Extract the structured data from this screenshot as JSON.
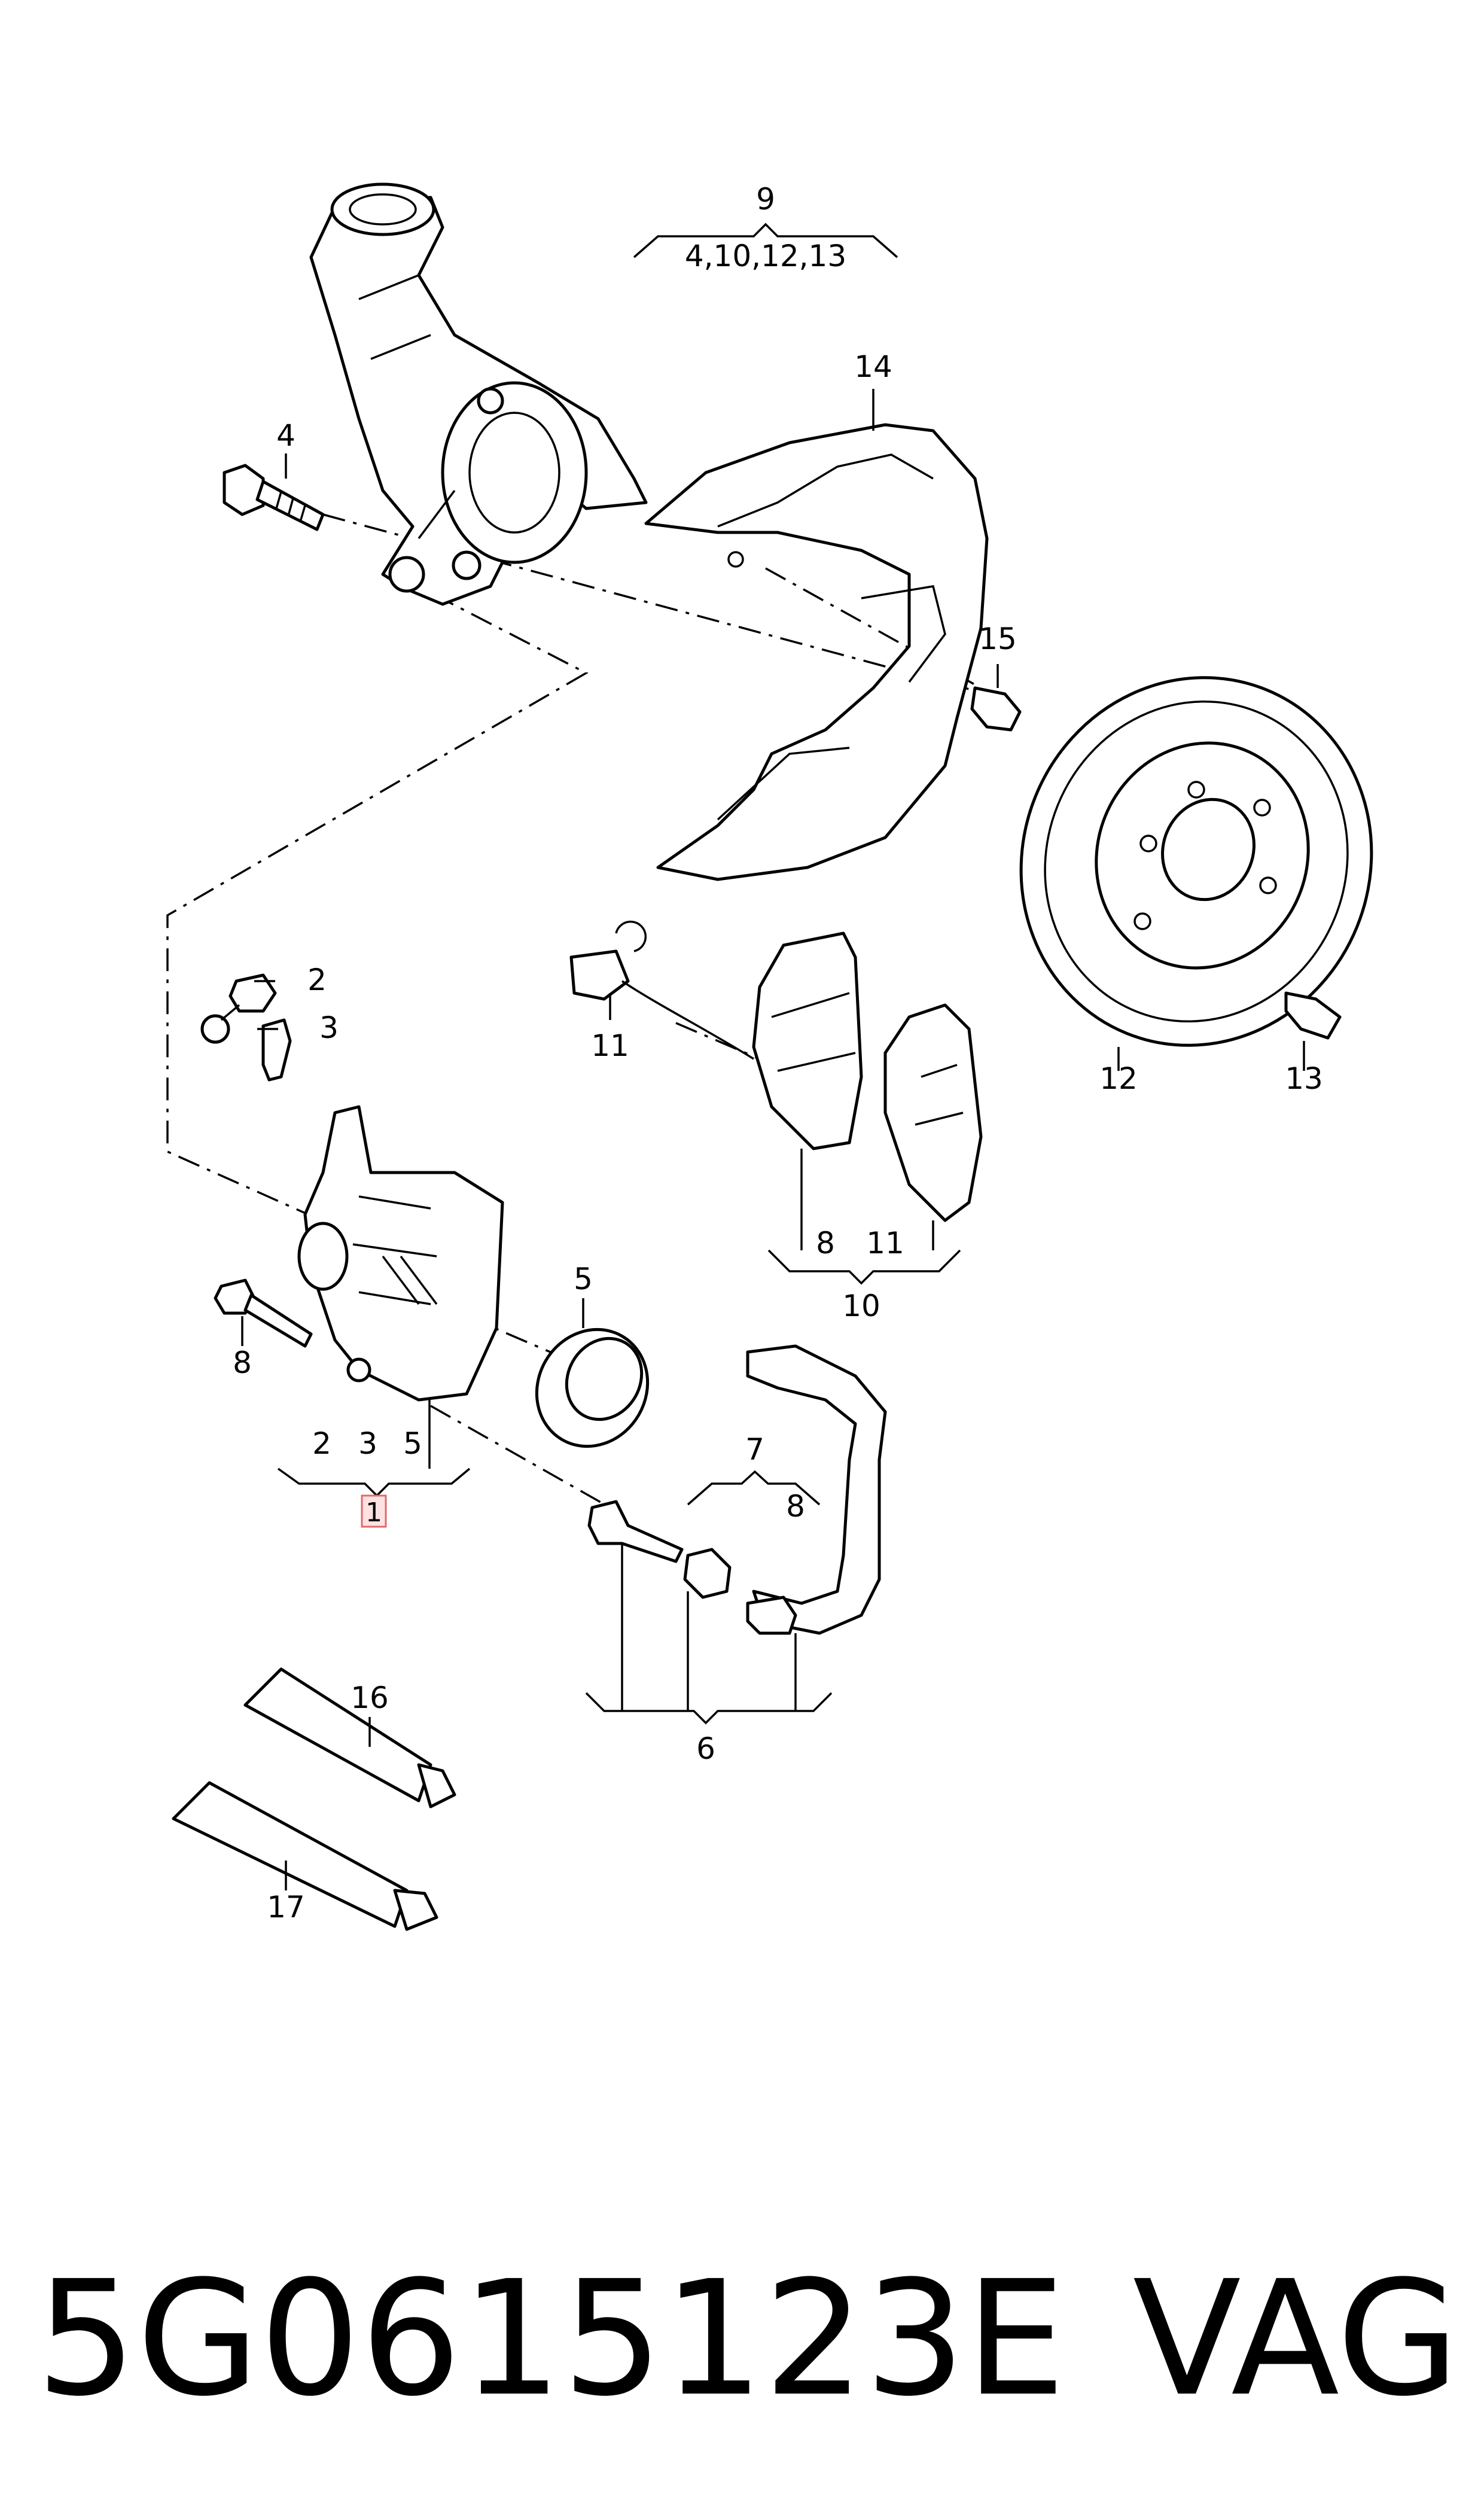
{
  "callouts": {
    "c1": "1",
    "c2": "2",
    "c2b": "2",
    "c3": "3",
    "c3b": "3",
    "c4": "4",
    "c5": "5",
    "c5b": "5",
    "c6": "6",
    "c7": "7",
    "c8a": "8",
    "c8b": "8",
    "c8c": "8",
    "c9": "9",
    "c9sub": "4,10,12,13",
    "c10": "10",
    "c11a": "11",
    "c11b": "11",
    "c12": "12",
    "c13": "13",
    "c14": "14",
    "c15": "15",
    "c16": "16",
    "c17": "17"
  },
  "footer": {
    "part_number": "5G0615123E",
    "brand": "VAG"
  },
  "colors": {
    "line": "#000000",
    "highlight_fill": "#fde2e2",
    "highlight_stroke": "#e06a6a"
  }
}
